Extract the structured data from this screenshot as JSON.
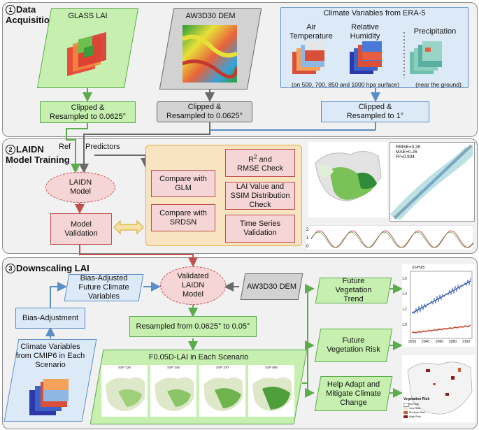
{
  "sections": {
    "s1": {
      "num": "1",
      "line1": "Data",
      "line2": "Acquisition"
    },
    "s2": {
      "num": "2",
      "line1": "LAIDN",
      "line2": "Model Training"
    },
    "s3": {
      "num": "3",
      "line1": "Downscaling LAI"
    }
  },
  "acquisition": {
    "glass": "GLASS LAI",
    "dem": "AW3D30 DEM",
    "era_title": "Climate Variables from ERA-5",
    "air": "Air Temperature",
    "humidity": "Relative Humidity",
    "precip": "Precipitation",
    "levels_note": "(on 500, 700, 850 and 1000 hpa surface)",
    "ground_note": "(near the  ground)",
    "clip_green_1": "Clipped &",
    "clip_green_2": "Resampled to 0.0625°",
    "clip_gray_1": "Clipped &",
    "clip_gray_2": "Resampled to 0.0625°",
    "clip_blue_1": "Clipped &",
    "clip_blue_2": "Resampled to 1°"
  },
  "training": {
    "ref": "Ref",
    "predictors": "Predictors",
    "model": "LAIDN Model",
    "validation": "Model Validation",
    "glm": "Compare with GLM",
    "srdsn": "Compare with SRDSN",
    "r2_line1": "R",
    "r2_line2": "RMSE Check",
    "r2_suffix": " and",
    "ssim": "LAI Value and SSIM Distribution Check",
    "timeseries": "Time Series Validation",
    "scatter_rmse": "RMSE=0.39",
    "scatter_mae": "MAE=0.26",
    "scatter_r2": "R²=0.934"
  },
  "downscaling": {
    "bias_adj_vars": "Bias-Adjusted Future Climate Variables",
    "bias_adj": "Bias-Adjustment",
    "cmip6": "Climate Variables from CMIP6 in Each Scenario",
    "validated": "Validated LAIDN Model",
    "dem": "AW3D30 DEM",
    "resampled": "Resampled from 0.0625° to 0.05°",
    "f005": "F0.05D-LAI in Each Scenario",
    "trend": "Future Vegetation Trend",
    "risk": "Future Vegetation Risk",
    "help": "Help Adapt and Mitigate Climate Change",
    "trend_chart_title": "SSP585",
    "risk_legend_title": "Vegetation Risk",
    "risk_levels": [
      "No Risk",
      "Low Risk",
      "Medium Risk",
      "High Risk"
    ],
    "trend_x_ticks": [
      "2020",
      "2040",
      "2060",
      "2080",
      "2100"
    ],
    "trend_y_ticks": [
      "1.6",
      "1.4",
      "1.2",
      "1.0"
    ],
    "scenario_labels": [
      "SSP 126",
      "SSP 245",
      "SSP 370",
      "SSP 585"
    ]
  },
  "colors": {
    "green": "#5cab4c",
    "gray": "#6a6a6a",
    "blue": "#5b8dc7",
    "red": "#c0504d",
    "gold": "#e0b040"
  }
}
